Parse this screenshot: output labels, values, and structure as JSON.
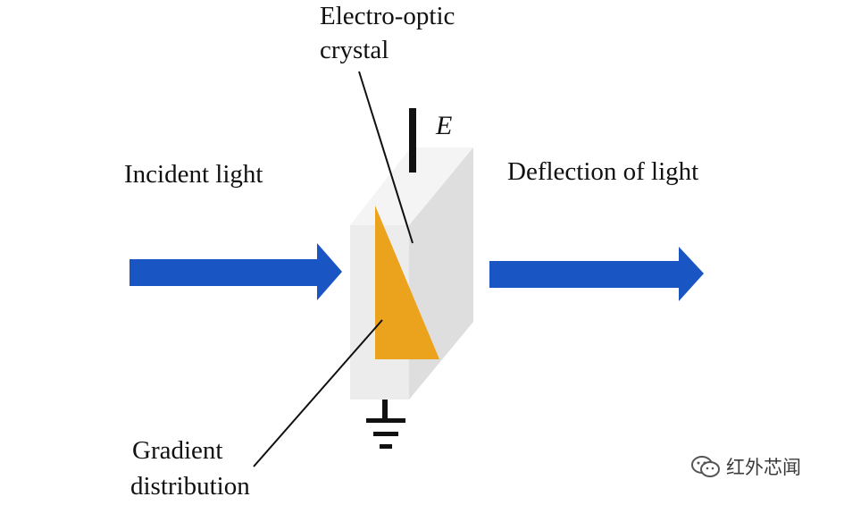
{
  "labels": {
    "crystal_line1": "Electro-optic",
    "crystal_line2": "crystal",
    "field": "E",
    "incident": "Incident light",
    "deflection": "Deflection of light",
    "gradient_line1": "Gradient",
    "gradient_line2": "distribution"
  },
  "watermark": {
    "text": "红外芯闻",
    "icon": "wechat-icon"
  },
  "colors": {
    "arrow": "#1a55c4",
    "gradient_wedge": "#eba21c",
    "crystal_front": "#ececec",
    "crystal_side": "#dedede",
    "crystal_top": "#f4f4f4",
    "line": "#111111"
  }
}
